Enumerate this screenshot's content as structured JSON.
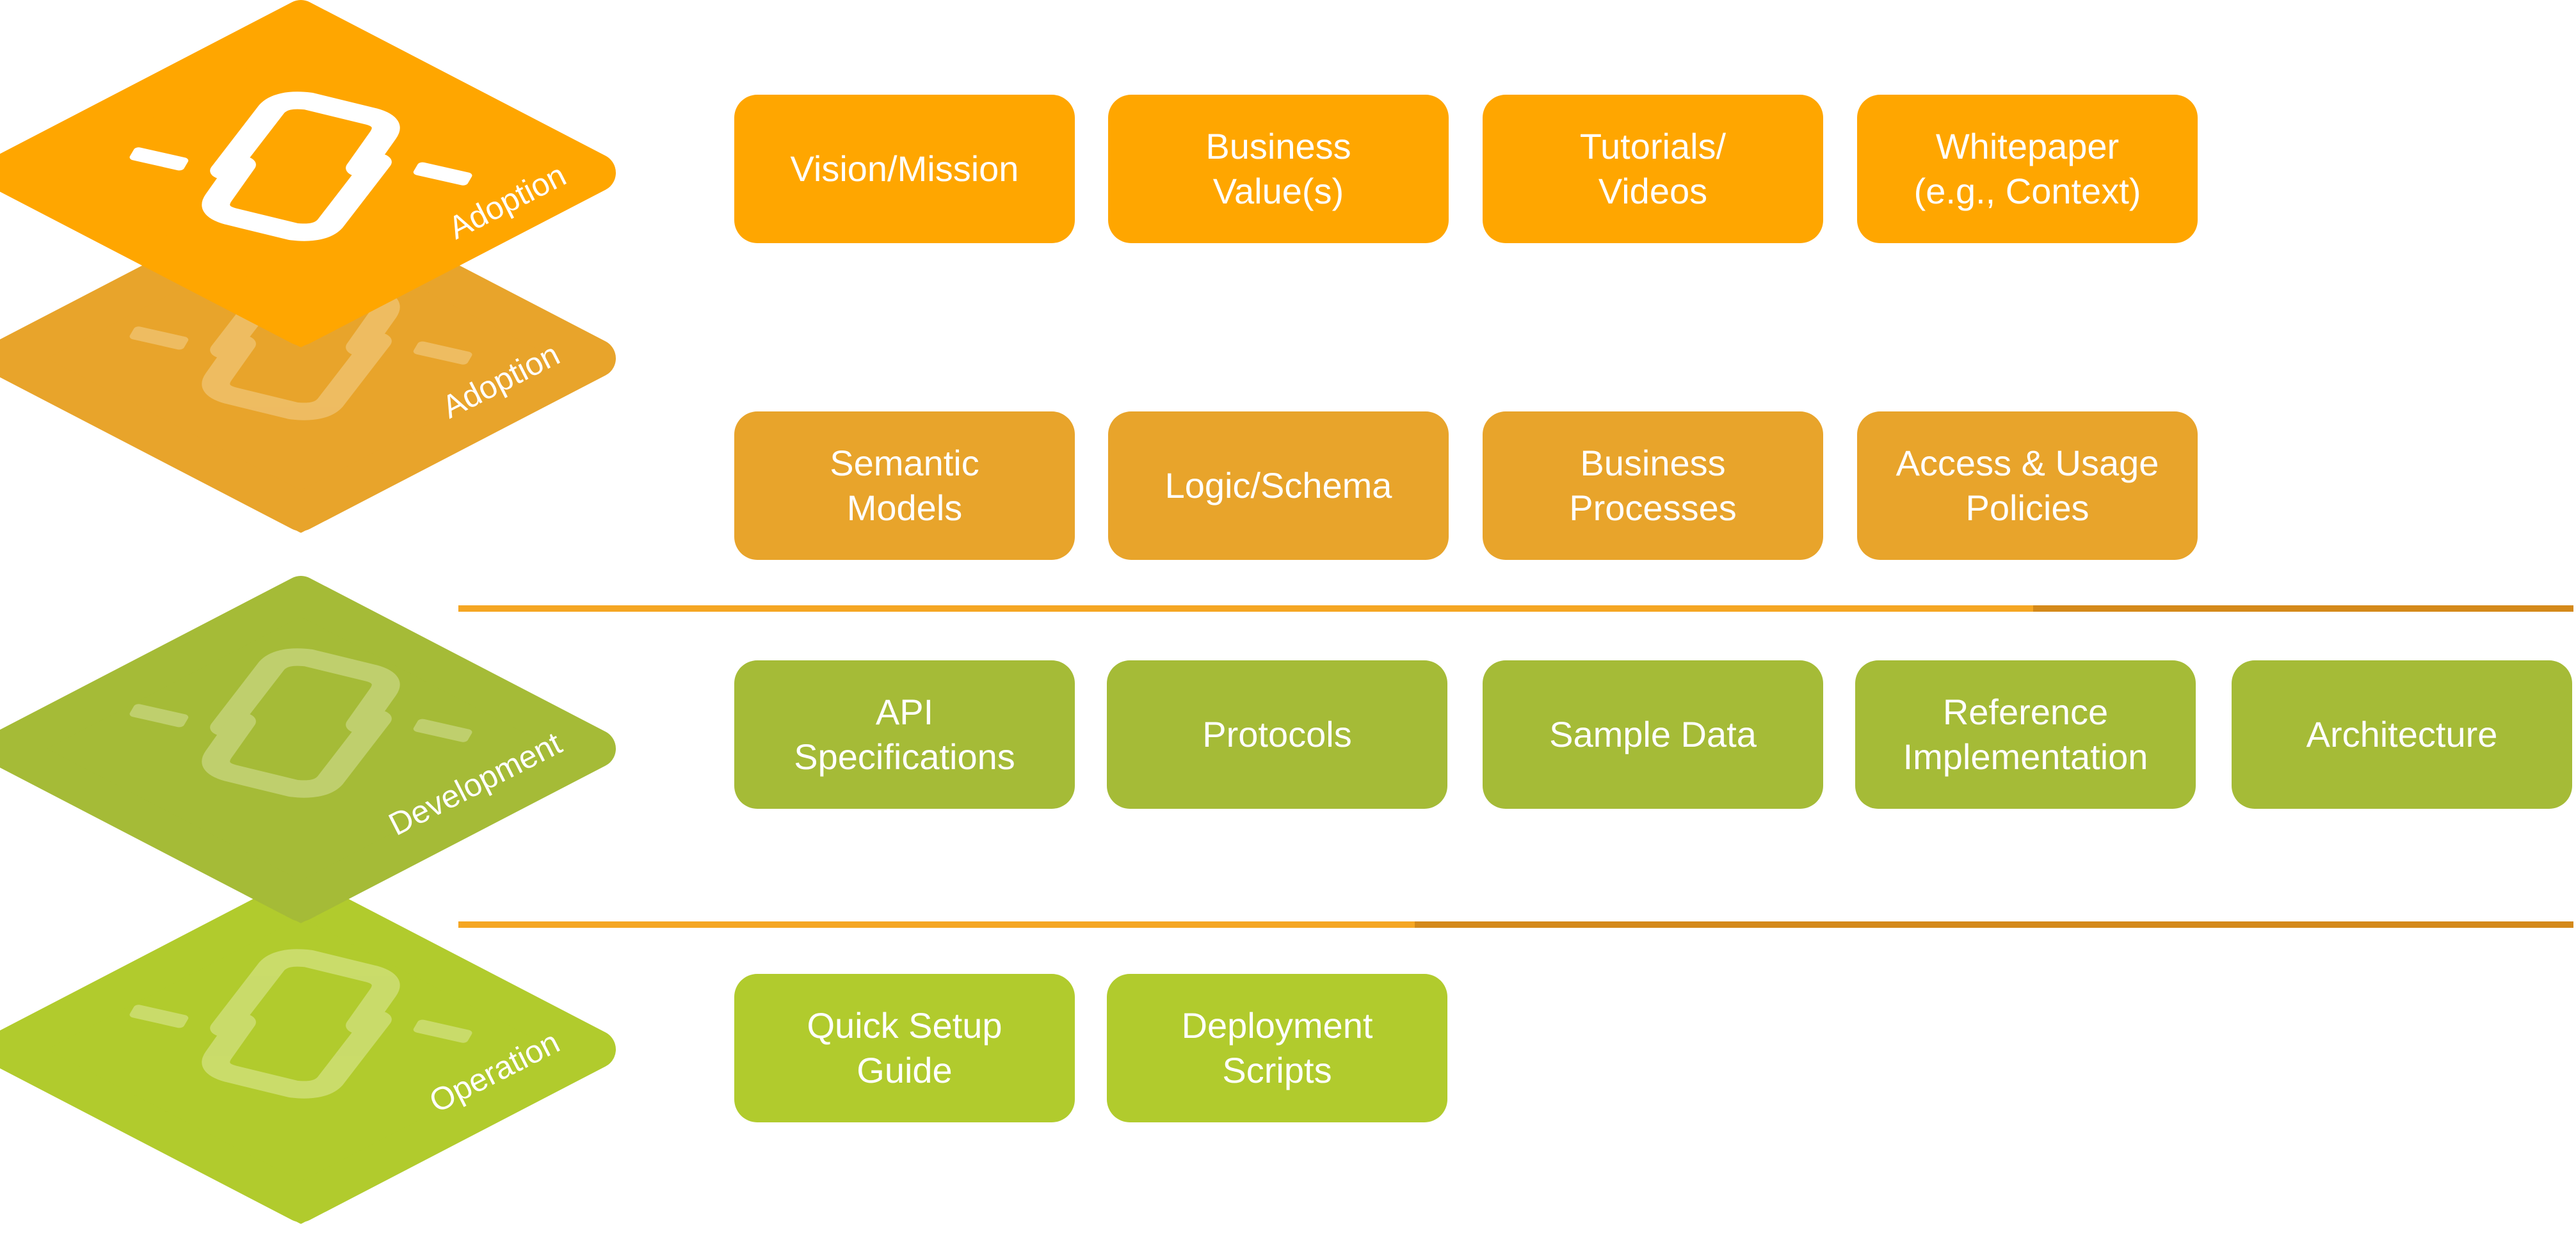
{
  "layers": [
    {
      "label": "Adoption",
      "color": "#ffa600"
    },
    {
      "label": "Adoption",
      "color": "#e8a42b"
    },
    {
      "label": "Development",
      "color": "#a5bb37"
    },
    {
      "label": "Operation",
      "color": "#b1cb2d"
    }
  ],
  "rows": [
    {
      "items": [
        {
          "label": "Vision/Mission"
        },
        {
          "label": "Business\nValue(s)"
        },
        {
          "label": "Tutorials/\nVideos"
        },
        {
          "label": "Whitepaper\n(e.g., Context)"
        }
      ]
    },
    {
      "items": [
        {
          "label": "Semantic\nModels"
        },
        {
          "label": "Logic/Schema"
        },
        {
          "label": "Business\nProcesses"
        },
        {
          "label": "Access & Usage\nPolicies"
        }
      ]
    },
    {
      "items": [
        {
          "label": "API\nSpecifications"
        },
        {
          "label": "Protocols"
        },
        {
          "label": "Sample Data"
        },
        {
          "label": "Reference\nImplementation"
        },
        {
          "label": "Architecture"
        }
      ]
    },
    {
      "items": [
        {
          "label": "Quick Setup\nGuide"
        },
        {
          "label": "Deployment\nScripts"
        }
      ]
    }
  ],
  "colors": {
    "adoption": "#ffa600",
    "adoption_secondary": "#e8a42b",
    "development": "#a5bb37",
    "operation": "#b1cb2d",
    "divider_light": "#f5a623",
    "divider_dark": "#d4891a"
  },
  "icons": [
    "logo-icon"
  ]
}
